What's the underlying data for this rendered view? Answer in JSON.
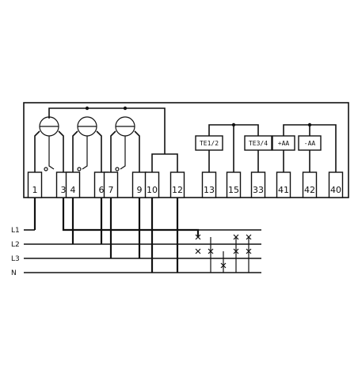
{
  "terminals": [
    {
      "id": "t1",
      "label": "1"
    },
    {
      "id": "t3",
      "label": "3"
    },
    {
      "id": "t4",
      "label": "4"
    },
    {
      "id": "t6",
      "label": "6"
    },
    {
      "id": "t7",
      "label": "7"
    },
    {
      "id": "t9",
      "label": "9"
    },
    {
      "id": "t10",
      "label": "10"
    },
    {
      "id": "t12",
      "label": "12"
    },
    {
      "id": "t13",
      "label": "13"
    },
    {
      "id": "t15",
      "label": "15"
    },
    {
      "id": "t33",
      "label": "33"
    },
    {
      "id": "t41",
      "label": "41"
    },
    {
      "id": "t42",
      "label": "42"
    },
    {
      "id": "t40",
      "label": "40"
    }
  ],
  "modules": {
    "te12": "TE1/2",
    "te34": "TE3/4",
    "plus_aa": "+AA",
    "minus_aa": "-AA"
  },
  "lines": {
    "l1": "L1",
    "l2": "L2",
    "l3": "L3",
    "n": "N"
  }
}
